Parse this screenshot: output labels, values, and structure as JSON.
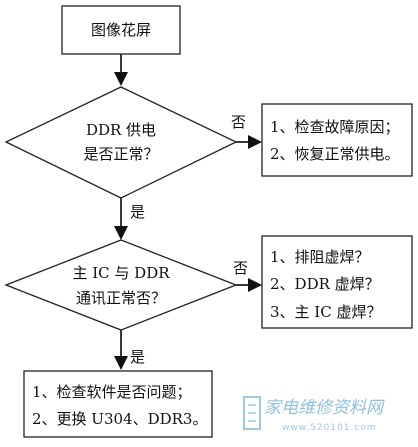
{
  "flowchart": {
    "start": "图像花屏",
    "decision1": {
      "line1": "DDR 供电",
      "line2": "是否正常？"
    },
    "decision1_no_label": "否",
    "decision1_yes_label": "是",
    "action1": {
      "line1": "1、检查故障原因；",
      "line2": "2、恢复正常供电。"
    },
    "decision2": {
      "line1": "主 IC 与 DDR",
      "line2": "通讯正常否？"
    },
    "decision2_no_label": "否",
    "decision2_yes_label": "是",
    "action2": {
      "line1": "1、排阻虚焊？",
      "line2": "2、DDR 虚焊？",
      "line3": "3、主 IC 虚焊？"
    },
    "action3": {
      "line1": "1、检查软件是否问题；",
      "line2": "2、更换 U304、DDR3。"
    }
  },
  "watermark": {
    "text": "家电维修资料网",
    "url": "www.520101.com"
  },
  "colors": {
    "stroke": "#222222",
    "watermark": "#7fb6d6"
  }
}
